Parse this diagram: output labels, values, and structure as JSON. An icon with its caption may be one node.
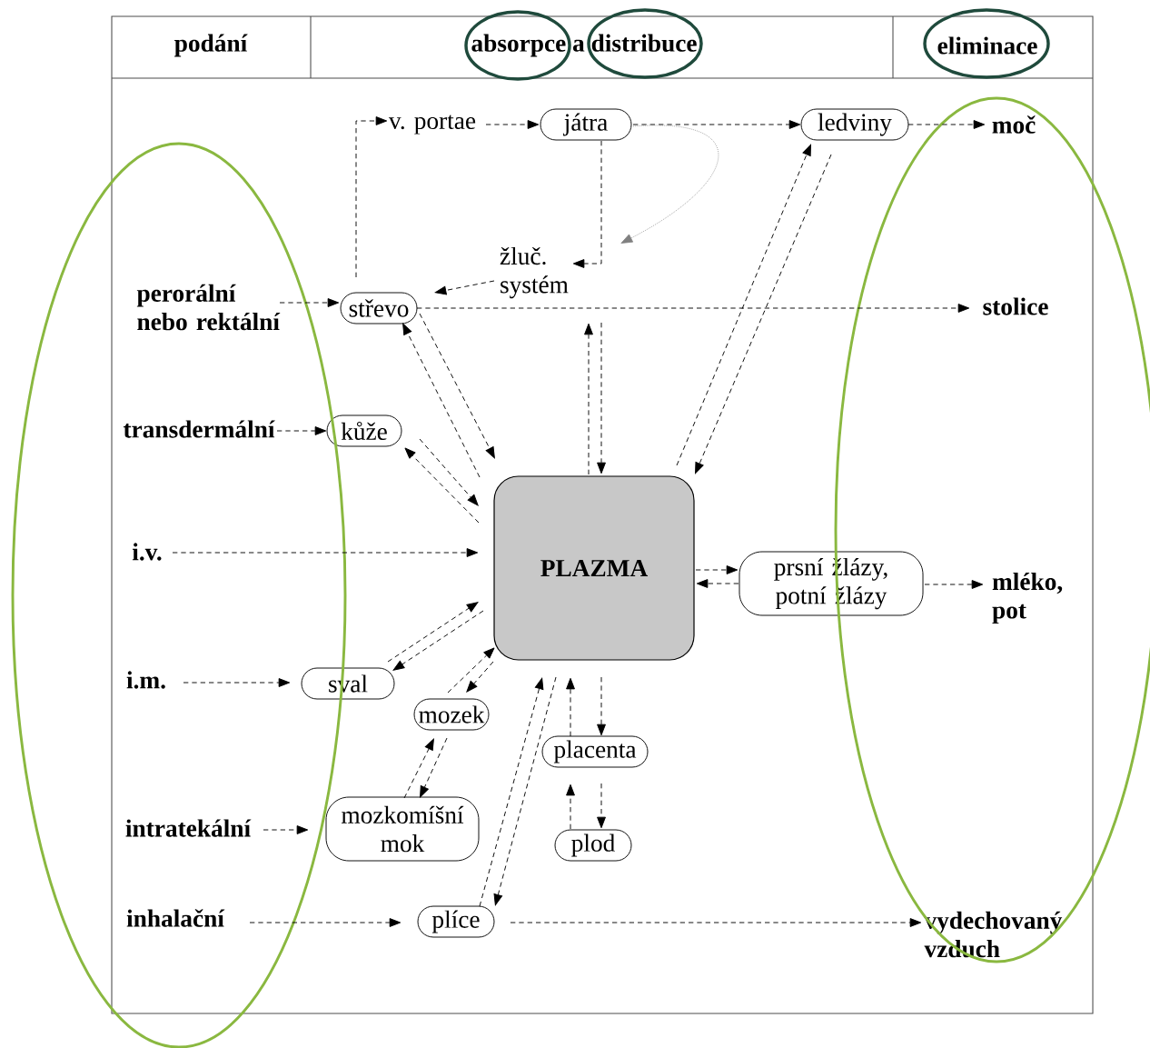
{
  "diagram": {
    "nodes": [
      {
        "text": [
          "podání"
        ]
      },
      {
        "text": [
          "absorpce a distribuce"
        ]
      },
      {
        "text": [
          "eliminace"
        ]
      },
      {
        "text": [
          "v. portae"
        ]
      },
      {
        "text": [
          "játra"
        ]
      },
      {
        "text": [
          "ledviny"
        ]
      },
      {
        "text": [
          "moč"
        ]
      },
      {
        "text": [
          "žluč. systém"
        ]
      },
      {
        "text": [
          "perorální nebo rektální"
        ]
      },
      {
        "text": [
          "střevo"
        ]
      },
      {
        "text": [
          "stolice"
        ]
      },
      {
        "text": [
          "transdermální"
        ]
      },
      {
        "text": [
          "kůže"
        ]
      },
      {
        "text": [
          "i.v."
        ]
      },
      {
        "text": [
          "PLAZMA"
        ]
      },
      {
        "text": [
          "prsní žlázy, potní žlázy"
        ]
      },
      {
        "text": [
          "mléko, pot"
        ]
      },
      {
        "text": [
          "i.m."
        ]
      },
      {
        "text": [
          "sval"
        ]
      },
      {
        "text": [
          "mozek"
        ]
      },
      {
        "text": [
          "placenta"
        ]
      },
      {
        "text": [
          "intratekální"
        ]
      },
      {
        "text": [
          "mozkomíšní mok"
        ]
      },
      {
        "text": [
          "plod"
        ]
      },
      {
        "text": [
          "inhalační"
        ]
      },
      {
        "text": [
          "plíce"
        ]
      },
      {
        "text": [
          "vydechovaný vzduch"
        ]
      }
    ],
    "edges": [
      {
        "from": 9,
        "to": 3,
        "arrow": "to"
      },
      {
        "from": 3,
        "to": 4,
        "arrow": "to"
      },
      {
        "from": 4,
        "to": 5,
        "arrow": "to"
      },
      {
        "from": 5,
        "to": 6,
        "arrow": "to"
      },
      {
        "from": 4,
        "to": 7,
        "arrow": "to"
      },
      {
        "from": 4,
        "to": 7,
        "arrow": "to",
        "color": "#808080"
      },
      {
        "from": 7,
        "to": 9,
        "arrow": "to"
      },
      {
        "from": 8,
        "to": 9,
        "arrow": "to"
      },
      {
        "from": 9,
        "to": 10,
        "arrow": "to"
      },
      {
        "from": 9,
        "to": 14,
        "arrow": "to"
      },
      {
        "from": 14,
        "to": 9,
        "arrow": "to"
      },
      {
        "from": 14,
        "to": 7,
        "arrow": "to"
      },
      {
        "from": 7,
        "to": 14,
        "arrow": "to"
      },
      {
        "from": 14,
        "to": 5,
        "arrow": "to"
      },
      {
        "from": 5,
        "to": 14,
        "arrow": "to"
      },
      {
        "from": 11,
        "to": 12,
        "arrow": "to"
      },
      {
        "from": 12,
        "to": 14,
        "arrow": "to"
      },
      {
        "from": 14,
        "to": 12,
        "arrow": "to"
      },
      {
        "from": 13,
        "to": 14,
        "arrow": "to"
      },
      {
        "from": 14,
        "to": 15,
        "arrow": "to"
      },
      {
        "from": 15,
        "to": 14,
        "arrow": "to"
      },
      {
        "from": 15,
        "to": 16,
        "arrow": "to"
      },
      {
        "from": 17,
        "to": 18,
        "arrow": "to"
      },
      {
        "from": 18,
        "to": 14,
        "arrow": "to"
      },
      {
        "from": 14,
        "to": 18,
        "arrow": "to"
      },
      {
        "from": 19,
        "to": 14,
        "arrow": "to"
      },
      {
        "from": 14,
        "to": 19,
        "arrow": "to"
      },
      {
        "from": 22,
        "to": 19,
        "arrow": "to"
      },
      {
        "from": 19,
        "to": 22,
        "arrow": "to"
      },
      {
        "from": 21,
        "to": 22,
        "arrow": "to"
      },
      {
        "from": 25,
        "to": 14,
        "arrow": "to"
      },
      {
        "from": 14,
        "to": 25,
        "arrow": "to"
      },
      {
        "from": 20,
        "to": 14,
        "arrow": "to"
      },
      {
        "from": 14,
        "to": 20,
        "arrow": "to"
      },
      {
        "from": 23,
        "to": 20,
        "arrow": "to"
      },
      {
        "from": 20,
        "to": 23,
        "arrow": "to"
      },
      {
        "from": 24,
        "to": 25,
        "arrow": "to"
      },
      {
        "from": 25,
        "to": 26,
        "arrow": "to"
      }
    ]
  }
}
